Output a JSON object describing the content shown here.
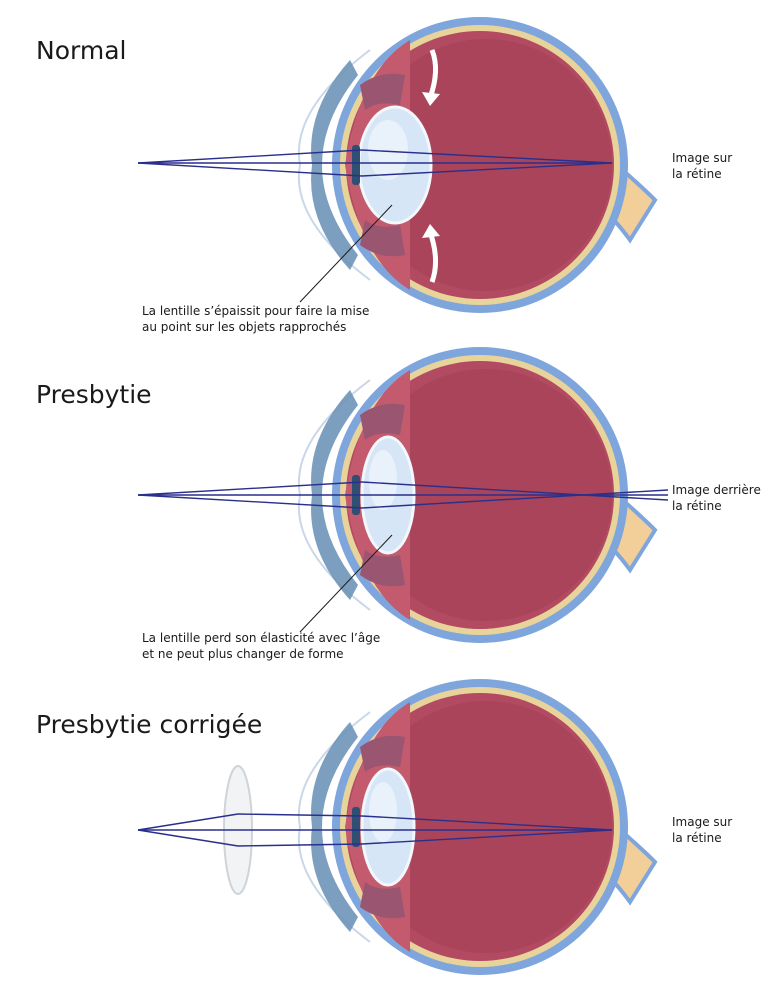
{
  "panels": [
    {
      "title": "Normal",
      "image_label": [
        "Image sur",
        "la rétine"
      ],
      "annotation": [
        "La lentille s’épaissit pour faire la mise",
        "au point sur les objets rapprochés"
      ]
    },
    {
      "title": "Presbytie",
      "image_label": [
        "Image derrière",
        "la rétine"
      ],
      "annotation": [
        "La lentille perd son élasticité avec l’âge",
        "et ne peut plus changer de forme"
      ]
    },
    {
      "title": "Presbytie corrigée",
      "image_label": [
        "Image sur",
        "la rétine"
      ]
    }
  ],
  "colors": {
    "sclera": "#7ea6dc",
    "choroid": "#e8d39a",
    "vitreous": "#a9445a",
    "ray": "#2a2f8c",
    "optic_nerve": "#f2cf98"
  }
}
